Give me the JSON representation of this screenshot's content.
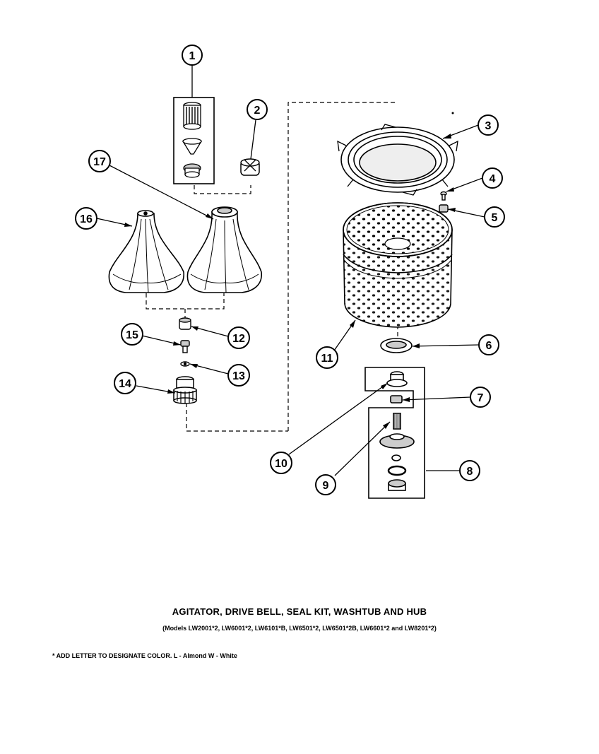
{
  "diagram": {
    "title": "AGITATOR, DRIVE BELL, SEAL KIT, WASHTUB AND HUB",
    "subtitle": "(Models LW2001*2, LW6001*2, LW6101*B, LW6501*2, LW6501*2B, LW6601*2 and LW8201*2)",
    "footnote": "* ADD LETTER TO DESIGNATE COLOR.  L - Almond  W - White"
  },
  "callouts": [
    {
      "id": "c1",
      "label": "1"
    },
    {
      "id": "c2",
      "label": "2"
    },
    {
      "id": "c3",
      "label": "3"
    },
    {
      "id": "c4",
      "label": "4"
    },
    {
      "id": "c5",
      "label": "5"
    },
    {
      "id": "c6",
      "label": "6"
    },
    {
      "id": "c7",
      "label": "7"
    },
    {
      "id": "c8",
      "label": "8"
    },
    {
      "id": "c9",
      "label": "9"
    },
    {
      "id": "c10",
      "label": "10"
    },
    {
      "id": "c11",
      "label": "11"
    },
    {
      "id": "c12",
      "label": "12"
    },
    {
      "id": "c13",
      "label": "13"
    },
    {
      "id": "c14",
      "label": "14"
    },
    {
      "id": "c15",
      "label": "15"
    },
    {
      "id": "c16",
      "label": "16"
    },
    {
      "id": "c17",
      "label": "17"
    }
  ]
}
